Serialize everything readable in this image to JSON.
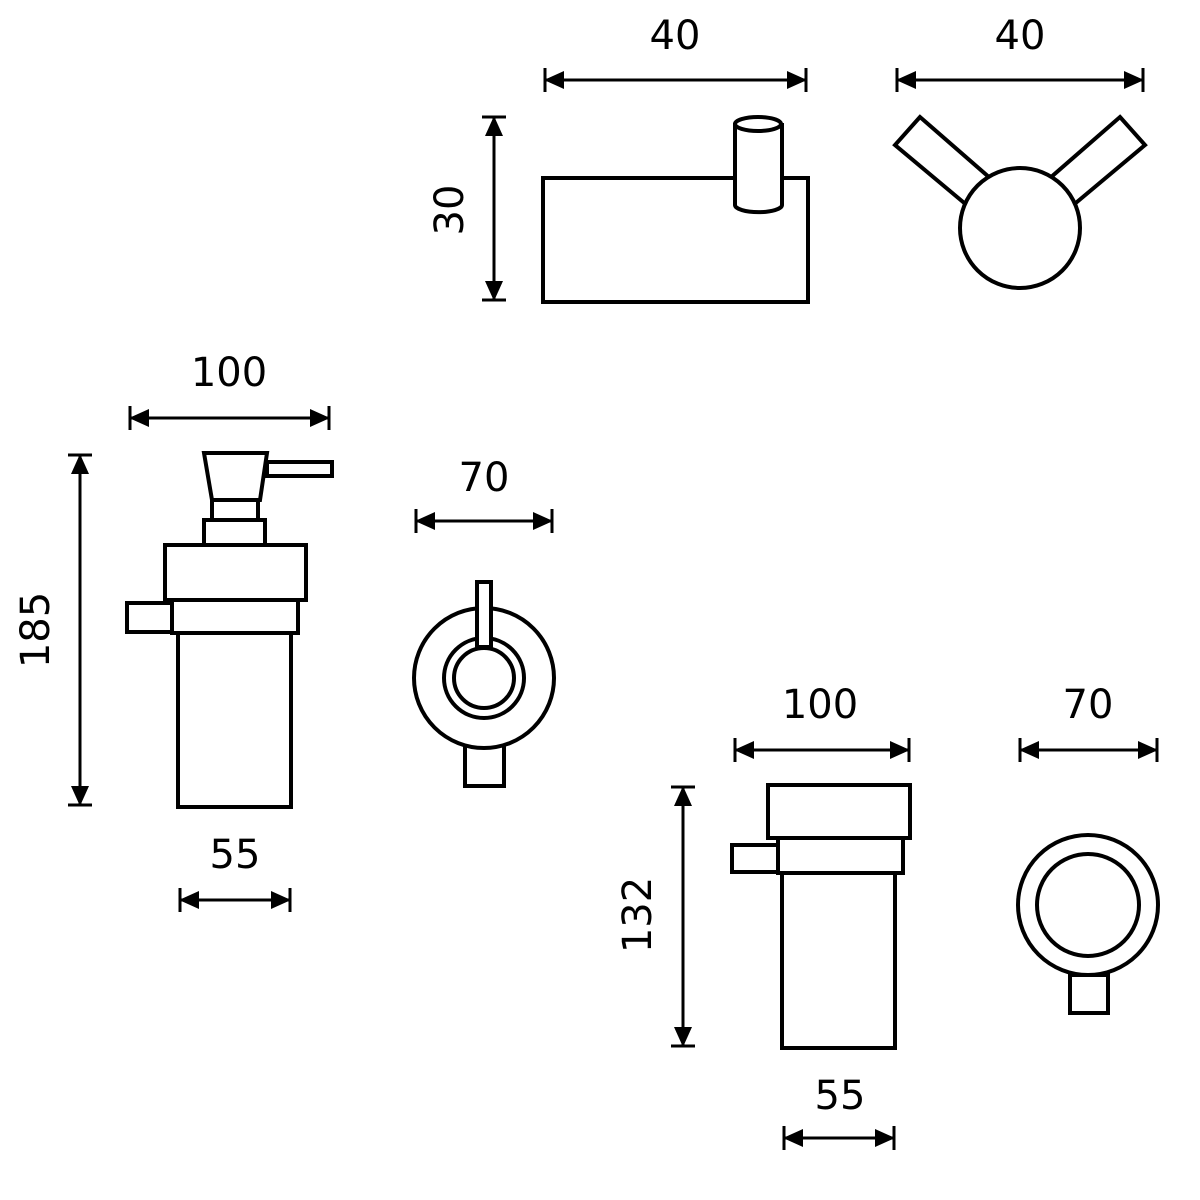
{
  "colors": {
    "line": "#000000",
    "background": "#ffffff"
  },
  "dimensions": {
    "hook_side_width": "40",
    "hook_front_width": "40",
    "hook_height": "30",
    "dispenser_width": "100",
    "dispenser_height": "185",
    "dispenser_base_width": "55",
    "dispenser_top_width": "70",
    "tumbler_width": "100",
    "tumbler_height": "132",
    "tumbler_base_width": "55",
    "tumbler_top_width": "70"
  }
}
